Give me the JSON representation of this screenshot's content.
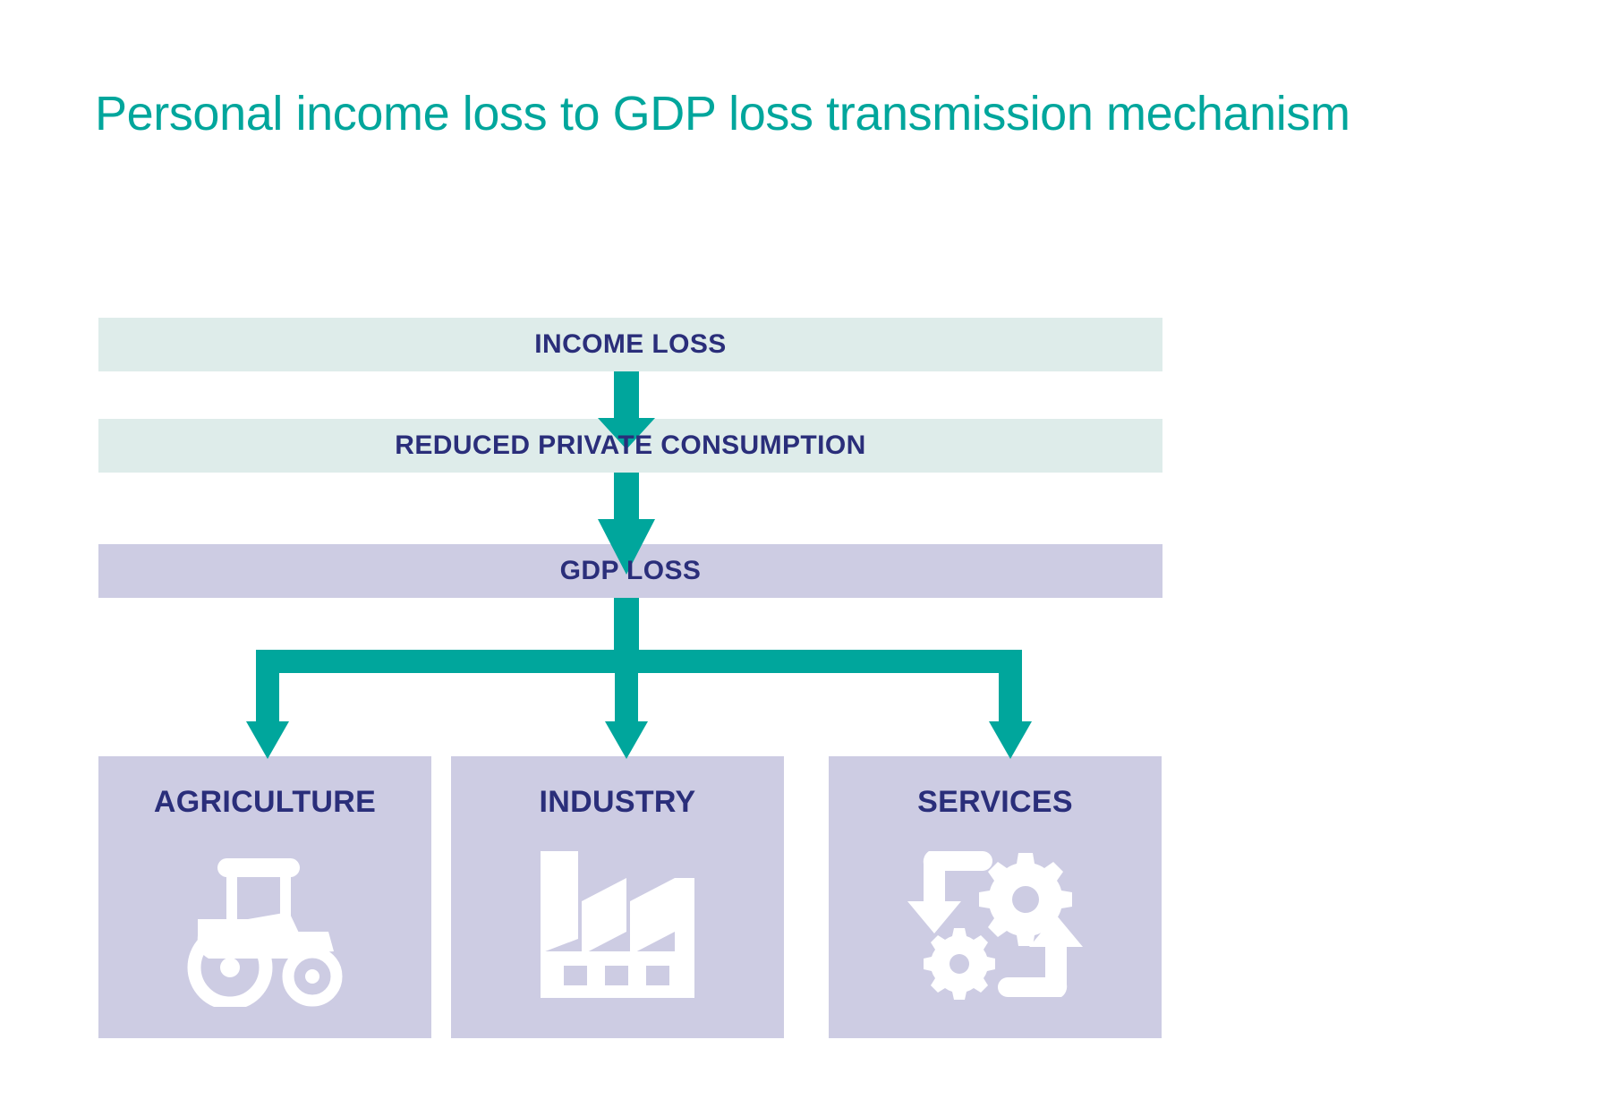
{
  "title": "Personal income loss to GDP loss transmission mechanism",
  "theme": {
    "teal": "#00A69C",
    "navy": "#2A2E7A",
    "mint_bar": "#DEECEA",
    "lilac_bar": "#CDCCE3",
    "icon_white": "#FFFFFF",
    "background": "#FFFFFF"
  },
  "flow": {
    "stages": [
      {
        "id": "income-loss",
        "label": "INCOME LOSS",
        "tone": "mint"
      },
      {
        "id": "reduced-consumption",
        "label": "REDUCED PRIVATE CONSUMPTION",
        "tone": "mint"
      },
      {
        "id": "gdp-loss",
        "label": "GDP LOSS",
        "tone": "lilac"
      }
    ],
    "connectors": [
      {
        "id": "income-to-consumption",
        "from": "income-loss",
        "to": "reduced-consumption",
        "shape": "down-arrow"
      },
      {
        "id": "consumption-to-gdp",
        "from": "reduced-consumption",
        "to": "gdp-loss",
        "shape": "down-arrow"
      },
      {
        "id": "gdp-to-agriculture",
        "from": "gdp-loss",
        "to": "agriculture",
        "shape": "branch-left"
      },
      {
        "id": "gdp-to-industry",
        "from": "gdp-loss",
        "to": "industry",
        "shape": "branch-center"
      },
      {
        "id": "gdp-to-services",
        "from": "gdp-loss",
        "to": "services",
        "shape": "branch-right"
      }
    ]
  },
  "sectors": [
    {
      "id": "agriculture",
      "label": "AGRICULTURE",
      "icon": "tractor-icon"
    },
    {
      "id": "industry",
      "label": "INDUSTRY",
      "icon": "factory-icon"
    },
    {
      "id": "services",
      "label": "SERVICES",
      "icon": "gears-cycle-icon"
    }
  ]
}
